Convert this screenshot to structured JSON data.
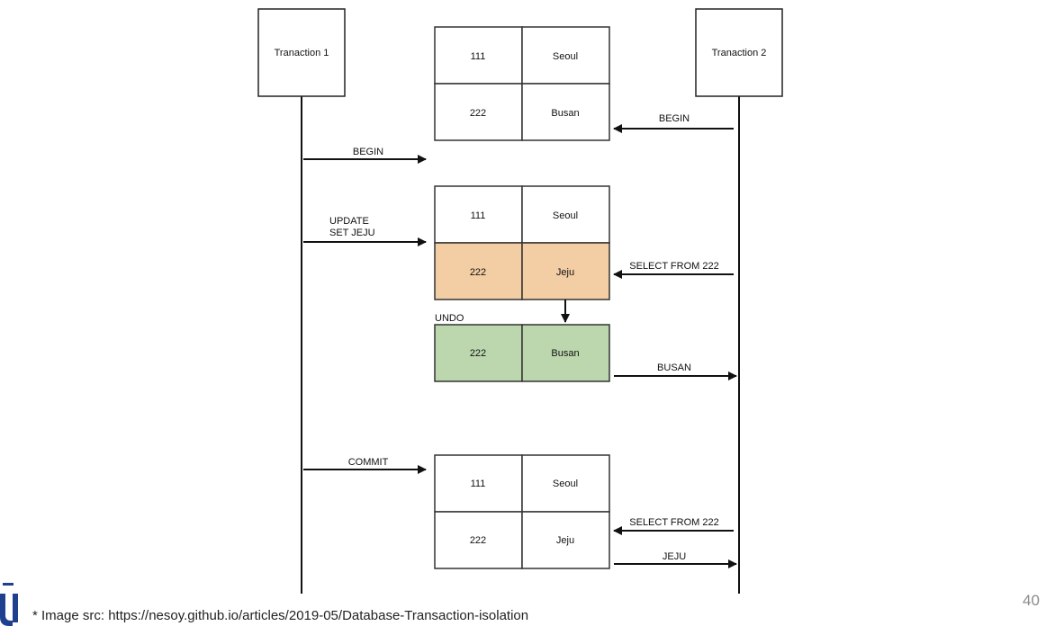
{
  "transactions": {
    "t1": "Tranaction 1",
    "t2": "Tranaction 2"
  },
  "tables": {
    "initial": {
      "row1": {
        "id": "111",
        "city": "Seoul"
      },
      "row2": {
        "id": "222",
        "city": "Busan"
      }
    },
    "updated": {
      "row1": {
        "id": "111",
        "city": "Seoul"
      },
      "row2": {
        "id": "222",
        "city": "Jeju"
      }
    },
    "undo": {
      "label": "UNDO",
      "row": {
        "id": "222",
        "city": "Busan"
      }
    },
    "committed": {
      "row1": {
        "id": "111",
        "city": "Seoul"
      },
      "row2": {
        "id": "222",
        "city": "Jeju"
      }
    }
  },
  "messages": {
    "t2_begin": "BEGIN",
    "t1_begin": "BEGIN",
    "t1_update_line1": "UPDATE",
    "t1_update_line2": "SET JEJU",
    "t2_select_1": "SELECT FROM 222",
    "t2_result_1": "BUSAN",
    "t1_commit": "COMMIT",
    "t2_select_2": "SELECT FROM 222",
    "t2_result_2": "JEJU"
  },
  "colors": {
    "updated_row": "#f3cda3",
    "undo_row": "#bcd7ae",
    "result_text": "#e8231f"
  },
  "footer": {
    "source": "* Image src: https://nesoy.github.io/articles/2019-05/Database-Transaction-isolation",
    "page_number": "40"
  }
}
